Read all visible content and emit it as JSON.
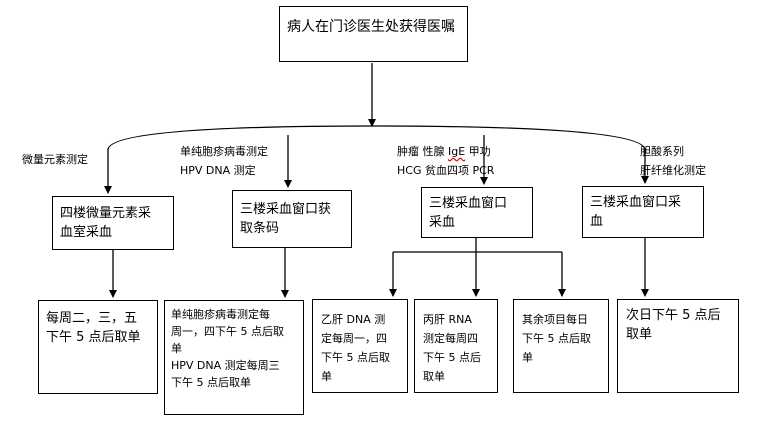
{
  "root": {
    "text": "病人在门诊医生处获得医嘱"
  },
  "branch_labels": {
    "b1": "微量元素测定",
    "b2_line1": "单纯胞疹病毒测定",
    "b2_line2": "HPV DNA 测定",
    "b3_line1_a": "肿瘤  性腺  ",
    "b3_line1_b": "IgE",
    "b3_line1_c": "  甲功",
    "b3_line2": "HCG  贫血四项 PCR",
    "b4_line1": "胆酸系列",
    "b4_line2": "肝纤维化测定"
  },
  "collection_boxes": {
    "c1": "四楼微量元素采\n血室采血",
    "c2": "三楼采血窗口获\n取条码",
    "c3": "三楼采血窗口\n采血",
    "c4": "三楼采血窗口采\n血"
  },
  "result_boxes": {
    "r1": "每周二，三，五\n下午 5 点后取单",
    "r2": "单纯胞疹病毒测定每\n周一，四下午 5 点后取\n单\nHPV DNA 测定每周三\n下午 5 点后取单",
    "r3": "乙肝 DNA 测\n定每周一，四\n下午 5 点后取\n单",
    "r4": "丙肝 RNA\n测定每周四\n下午 5 点后\n取单",
    "r5": "其余项目每日\n下午 5 点后取\n单",
    "r6": "次日下午 5 点后\n取单"
  }
}
